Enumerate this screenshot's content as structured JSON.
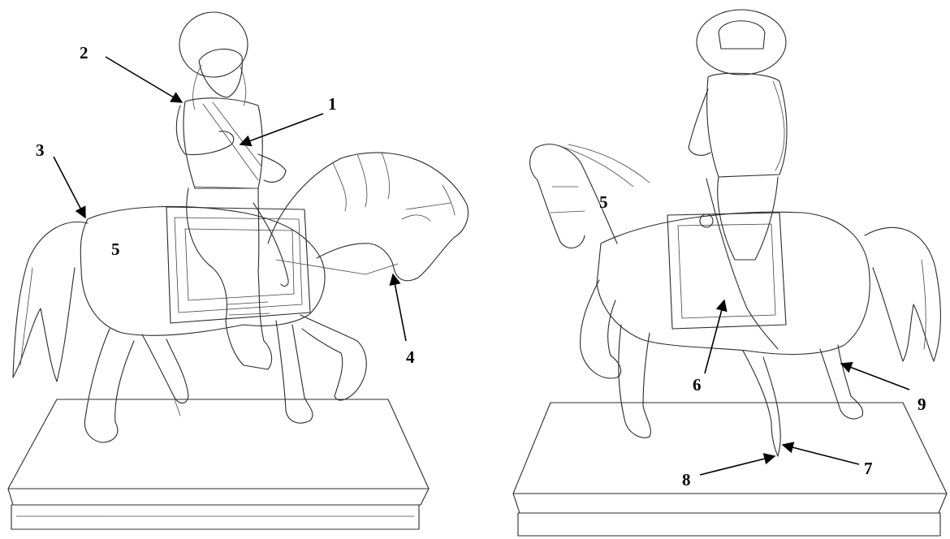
{
  "figure": {
    "left_view": {
      "callouts": [
        "1",
        "2",
        "3",
        "4",
        "5"
      ]
    },
    "right_view": {
      "callouts": [
        "5",
        "6",
        "7",
        "8",
        "9"
      ]
    }
  },
  "colors": {
    "line": "#2b2b2b",
    "arrow": "#000000",
    "background": "#ffffff"
  }
}
